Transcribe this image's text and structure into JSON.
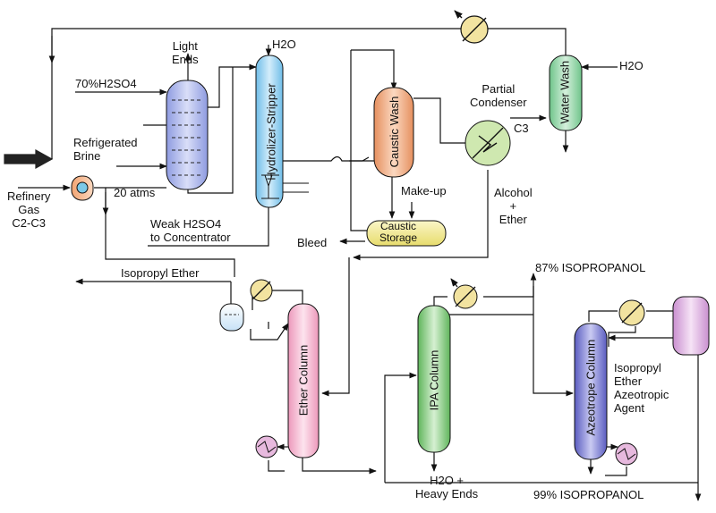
{
  "title": "",
  "inputs": {
    "feed": [
      "Refinery",
      "Gas",
      "C2-C3"
    ],
    "acid": "70%H2SO4",
    "brine": [
      "Refrigerated",
      "Brine"
    ],
    "pressure": "20 atms",
    "water_hyd": "H2O",
    "water_wash": "H2O",
    "makeup": "Make-up"
  },
  "equipment": {
    "hydrolizer": "Hydrolizer-Stripper",
    "caustic_wash": "Caustic Wash",
    "caustic_storage": [
      "Caustic",
      "Storage"
    ],
    "water_wash": "Water Wash",
    "partial_condenser": [
      "Partial",
      "Condenser"
    ],
    "ether_column": "Ether Column",
    "ipa_column": "IPA Column",
    "azeotrope_column": "Azeotrope Column"
  },
  "streams": {
    "light_ends": [
      "Light",
      "Ends"
    ],
    "weak_acid": [
      "Weak H2SO4",
      "to Concentrator"
    ],
    "bleed": "Bleed",
    "c3": "C3",
    "alcohol_ether": [
      "Alcohol",
      "+",
      "Ether"
    ],
    "isopropyl_ether": "Isopropyl Ether",
    "ipa87": "87% ISOPROPANOL",
    "ipa99": "99% ISOPROPANOL",
    "heavy_ends": [
      "H2O +",
      "Heavy Ends"
    ],
    "azeotropic_agent": [
      "Isopropyl",
      "Ether",
      "Azeotropic",
      "Agent"
    ]
  },
  "colors": {
    "absorber": "#b9c3ee",
    "hydrolizer": "#a9d8f2",
    "caustic_wash": "#f0b48e",
    "storage": "#f6f0a6",
    "water_wash": "#a9dcb8",
    "condenser": "#cfe8b0",
    "ether_column": "#f6c2d6",
    "ipa_column": "#a8d8a2",
    "azeotrope_column": "#8f90d8",
    "drum": "#e6bfe8",
    "cooler": "#f2e3a0",
    "reboiler": "#e7b9de"
  }
}
